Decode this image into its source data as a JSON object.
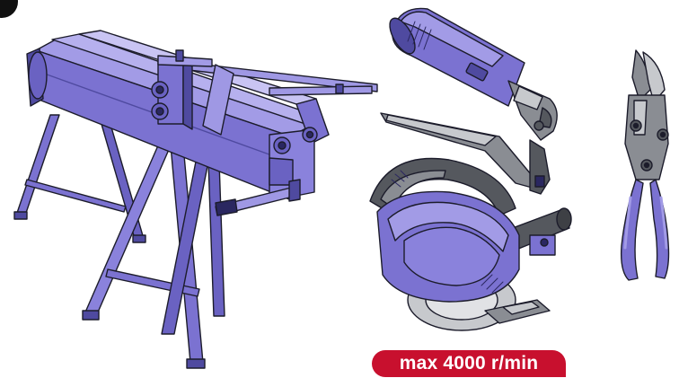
{
  "badge": {
    "speed_text": "max 4000 r/min"
  },
  "step_marker": {
    "shape": "black-circle-corner"
  },
  "tools": [
    {
      "id": "folding-machine",
      "kind": "manual sheet metal folding bench on trestles"
    },
    {
      "id": "electric-shear",
      "kind": "electric sheet metal shear / nibbler"
    },
    {
      "id": "circular-saw",
      "kind": "hand-held circular metal cutting saw"
    },
    {
      "id": "aviation-snips",
      "kind": "compound-action tin snips"
    }
  ],
  "colors": {
    "tool_body": "#7b72d1",
    "tool_body_light": "#a29be6",
    "tool_body_dark": "#4f4aa0",
    "grey": "#8a8d93",
    "grey_light": "#c7c9cd",
    "grey_dark": "#55585e",
    "outline": "#1c1c2b",
    "badge_red": "#c8102e"
  }
}
